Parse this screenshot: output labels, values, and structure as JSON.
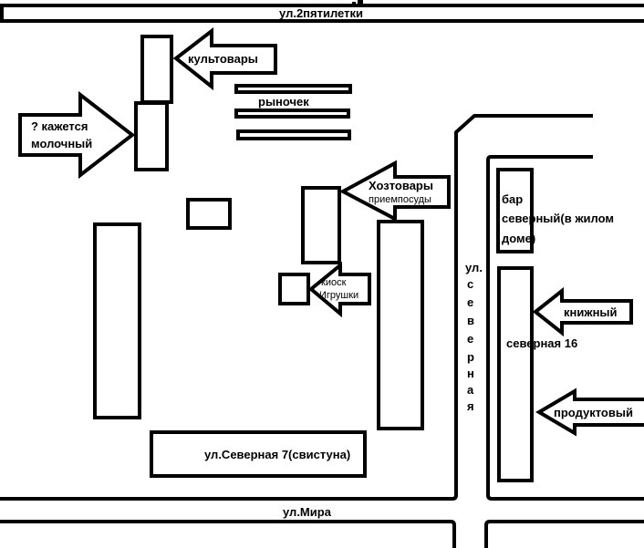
{
  "streets": {
    "top": "ул.2пятилетки",
    "bottom": "ул.Мира",
    "vertical_prefix": "ул.",
    "vertical_letters": [
      "с",
      "е",
      "в",
      "е",
      "р",
      "н",
      "а",
      "я"
    ]
  },
  "labels": {
    "kultovary": "культовары",
    "market": "рыночек",
    "dairy_line1": "? кажется",
    "dairy_line2": "молочный",
    "household_line1": "Хозтовары",
    "household_line2": "приемпосуды",
    "kiosk_line1": "киоск",
    "kiosk_line2": "Игрушки",
    "building_north7": "ул.Северная 7(свистуна)",
    "bar_line1": "бар",
    "bar_line2": "северный(в жилом",
    "bar_line3": "доме)",
    "bookstore": "книжный",
    "building_north16": "северная 16",
    "grocery": "продуктовый"
  }
}
